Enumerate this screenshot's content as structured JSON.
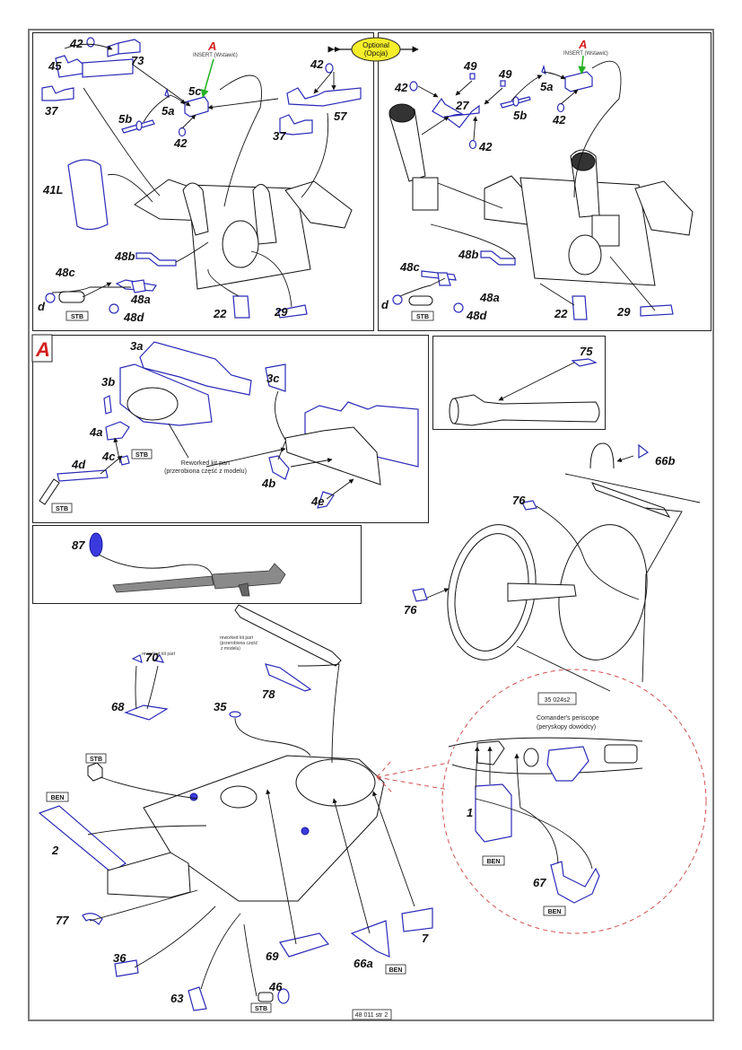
{
  "sheet": {
    "page_ref": "48 011 str 2",
    "colors": {
      "part_outline": "#2a2ab8",
      "label_A": "#d42020",
      "insert_arrow": "#22b022",
      "optional_badge": "#f5ee2a",
      "detail_circle": "#d05050"
    }
  },
  "optional_badge": {
    "line1": "Optional",
    "line2": "(Opcja)"
  },
  "panel_left": {
    "insert_marker": "A",
    "insert_text": "INSERT (Wstawić)",
    "labels": [
      "42",
      "73",
      "45",
      "37",
      "5c",
      "5a",
      "5b",
      "42",
      "42",
      "57",
      "37",
      "41L",
      "48b",
      "48c",
      "48a",
      "d",
      "48d",
      "22",
      "29"
    ],
    "tag": "STB"
  },
  "panel_right": {
    "insert_marker": "A",
    "insert_text": "INSERT (Wstawić)",
    "labels": [
      "42",
      "49",
      "49",
      "27",
      "42",
      "5a",
      "5b",
      "42",
      "48b",
      "48c",
      "48a",
      "d",
      "48d",
      "22",
      "29"
    ],
    "tag": "STB"
  },
  "panel_a": {
    "title": "A",
    "labels": [
      "3a",
      "3b",
      "3c",
      "4a",
      "4c",
      "4d",
      "4b",
      "4e"
    ],
    "tags": [
      "STB",
      "STB"
    ],
    "note_line1": "Reworked kit part",
    "note_line2": "(przerobiona część z modelu)"
  },
  "panel_75": {
    "labels": [
      "75"
    ]
  },
  "panel_mg": {
    "labels": [
      "87"
    ]
  },
  "hatch_area": {
    "labels": [
      "66b",
      "76",
      "76"
    ]
  },
  "hull_area": {
    "labels": [
      "70",
      "68",
      "35",
      "78",
      "2",
      "77",
      "36",
      "63",
      "46",
      "69",
      "66a",
      "7"
    ],
    "tags": [
      "STB",
      "BEN",
      "STB",
      "BEN"
    ],
    "note_line1": "reworked kit part",
    "note_line2": "(przerobiona część",
    "note_line3": "z modelu)"
  },
  "detail_circle": {
    "ref_box": "35 024s2",
    "caption_line1": "Comander's periscope",
    "caption_line2": "(peryskopy dowódcy)",
    "labels": [
      "1",
      "67"
    ],
    "tags": [
      "BEN",
      "BEN"
    ]
  }
}
